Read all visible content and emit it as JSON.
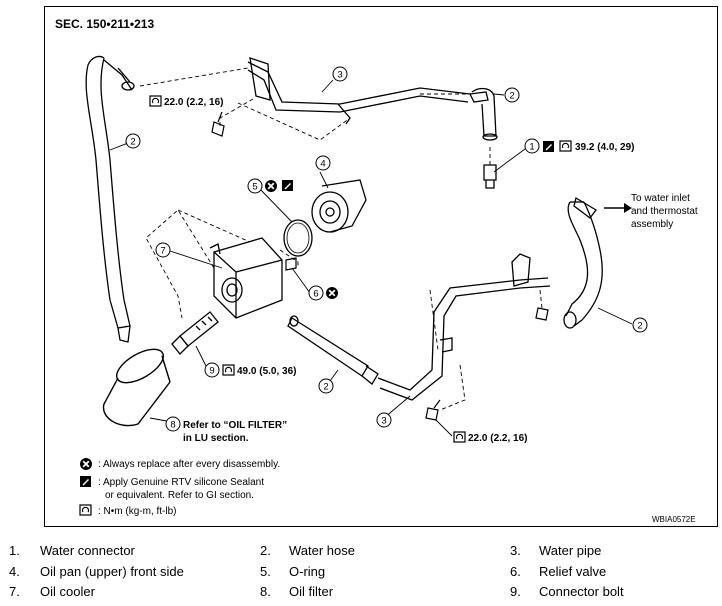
{
  "section_title": "SEC. 150•211•213",
  "figure_code": "WBIA0572E",
  "torques": {
    "t1": "22.0 (2.2, 16)",
    "t2": "39.2 (4.0, 29)",
    "t3": "49.0 (5.0, 36)",
    "t4": "22.0 (2.2, 16)"
  },
  "callouts": [
    "1",
    "2",
    "3",
    "4",
    "5",
    "6",
    "7",
    "8",
    "9"
  ],
  "annotations": {
    "water_inlet_1": "To water inlet",
    "water_inlet_2": "and thermostat",
    "water_inlet_3": "assembly",
    "oil_filter_ref_1": "Refer to “OIL FILTER”",
    "oil_filter_ref_2": "in LU section."
  },
  "symbol_key": {
    "replace": ": Always replace after every disassembly.",
    "sealant_1": ": Apply Genuine RTV silicone Sealant",
    "sealant_2": "or equivalent. Refer to GI section.",
    "torque": ": N•m (kg-m, ft-lb)"
  },
  "parts_legend": [
    {
      "num": "1.",
      "name": "Water connector"
    },
    {
      "num": "2.",
      "name": "Water hose"
    },
    {
      "num": "3.",
      "name": "Water pipe"
    },
    {
      "num": "4.",
      "name": "Oil pan (upper) front side"
    },
    {
      "num": "5.",
      "name": "O-ring"
    },
    {
      "num": "6.",
      "name": "Relief valve"
    },
    {
      "num": "7.",
      "name": "Oil cooler"
    },
    {
      "num": "8.",
      "name": "Oil filter"
    },
    {
      "num": "9.",
      "name": "Connector bolt"
    }
  ]
}
